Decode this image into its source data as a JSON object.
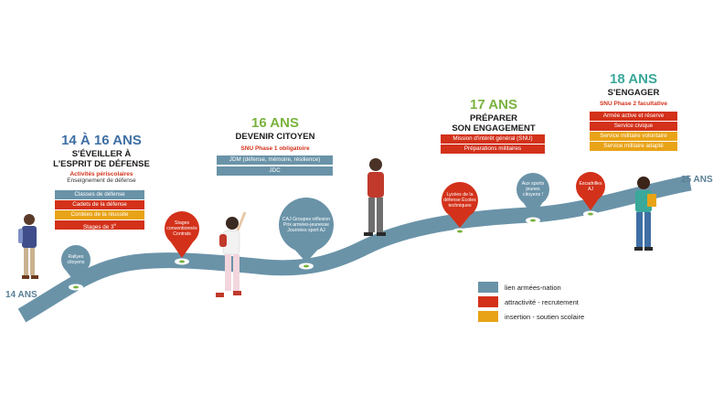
{
  "colors": {
    "lien": "#6a93a8",
    "attractivite": "#d3311a",
    "insertion": "#e8a317",
    "road": "#6a93a8",
    "age_blue": "#3f6fa5",
    "age_green": "#7ab23f",
    "age_teal": "#3aa89a"
  },
  "start_label": "14 ANS",
  "end_label": "25 ANS",
  "stages": [
    {
      "age": "14 À 16 ANS",
      "title_lines": [
        "S'ÉVEILLER À",
        "L'ESPRIT DE DÉFENSE"
      ],
      "subtitle": "Activités périscolaires",
      "subtitle2": "Enseignement de défense",
      "tags": [
        {
          "label": "Classes de défense",
          "kind": "lien"
        },
        {
          "label": "Cadets de la défense",
          "kind": "attractivite"
        },
        {
          "label": "Cordées de la réussite",
          "kind": "insertion"
        },
        {
          "label": "Stages de 3e",
          "kind": "attractivite"
        }
      ]
    },
    {
      "age": "16 ANS",
      "title_lines": [
        "DEVENIR CITOYEN"
      ],
      "subtitle": "SNU Phase 1 obligatoire",
      "tags": [
        {
          "label": "JDM (défense, mémoire, résilience)",
          "kind": "lien"
        },
        {
          "label": "JDC",
          "kind": "lien"
        }
      ]
    },
    {
      "age": "17 ANS",
      "title_lines": [
        "PRÉPARER",
        "SON ENGAGEMENT"
      ],
      "tags": [
        {
          "label": "Mission d'intérêt général (SNU)",
          "kind": "attractivite"
        },
        {
          "label": "Préparations militaires",
          "kind": "attractivite"
        }
      ]
    },
    {
      "age": "18 ANS",
      "title_lines": [
        "S'ENGAGER"
      ],
      "subtitle": "SNU Phase 2 facultative",
      "tags": [
        {
          "label": "Armée active et réserve",
          "kind": "attractivite"
        },
        {
          "label": "Service civique",
          "kind": "attractivite"
        },
        {
          "label": "Service militaire volontaire",
          "kind": "insertion"
        },
        {
          "label": "Service militaire adapté",
          "kind": "insertion"
        }
      ]
    }
  ],
  "bubbles": [
    {
      "text": "Rallyes citoyens",
      "kind": "lien"
    },
    {
      "text": "Stages conventionnés Contrats",
      "kind": "attractivite"
    },
    {
      "text": "CAJ Groupes réflexion Prix armées-jeunesse Journées sport AJ",
      "kind": "lien"
    },
    {
      "text": "Lycées de la défense Écoles techniques",
      "kind": "attractivite"
    },
    {
      "text": "Aux sports jeunes citoyens !",
      "kind": "lien"
    },
    {
      "text": "Escadrilles AJ",
      "kind": "attractivite"
    }
  ],
  "legend": [
    {
      "label": "lien armées-nation",
      "kind": "lien"
    },
    {
      "label": "attractivité - recrutement",
      "kind": "attractivite"
    },
    {
      "label": "insertion - soutien scolaire",
      "kind": "insertion"
    }
  ]
}
